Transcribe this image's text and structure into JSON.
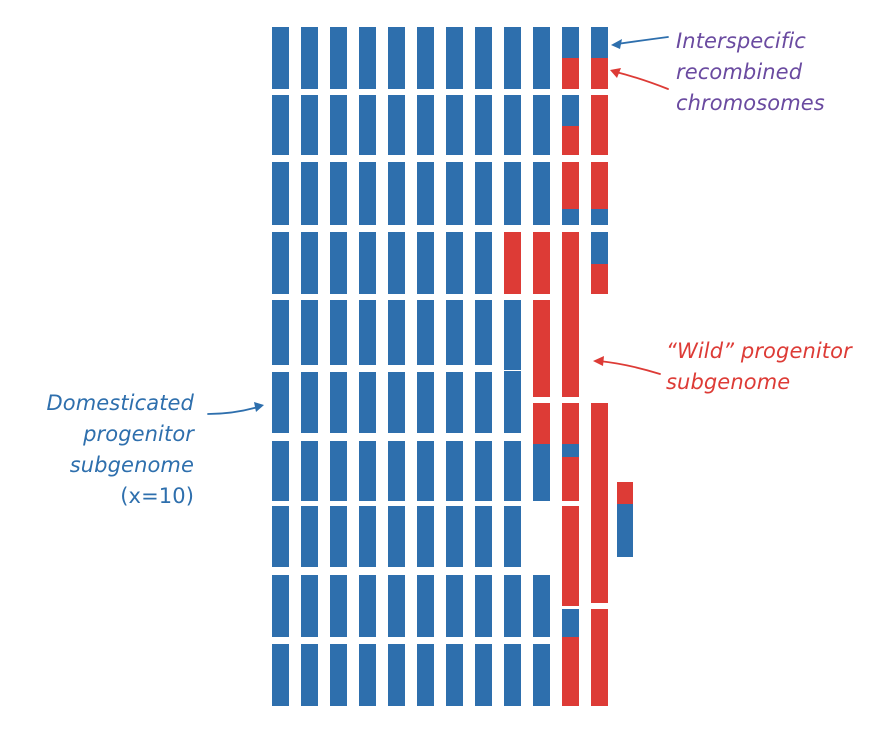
{
  "colors": {
    "domesticated": "#2e6fad",
    "wild": "#dd3b36",
    "interspecific_label": "#6a4aa0",
    "background": "#ffffff"
  },
  "labels": {
    "interspecific": [
      "Interspecific",
      "recombined",
      "chromosomes"
    ],
    "wild": [
      "“Wild” progenitor",
      "subgenome"
    ],
    "domesticated": [
      "Domesticated",
      "progenitor",
      "subgenome",
      "(x=10)"
    ]
  },
  "karyotype": {
    "domesticated_columns": 10,
    "chromosome_rows": 10,
    "extra_columns": [
      {
        "name": "col-11",
        "segments": "mixed"
      },
      {
        "name": "col-12",
        "segments": "mixed"
      },
      {
        "name": "col-13",
        "segments": "mixed"
      }
    ]
  }
}
